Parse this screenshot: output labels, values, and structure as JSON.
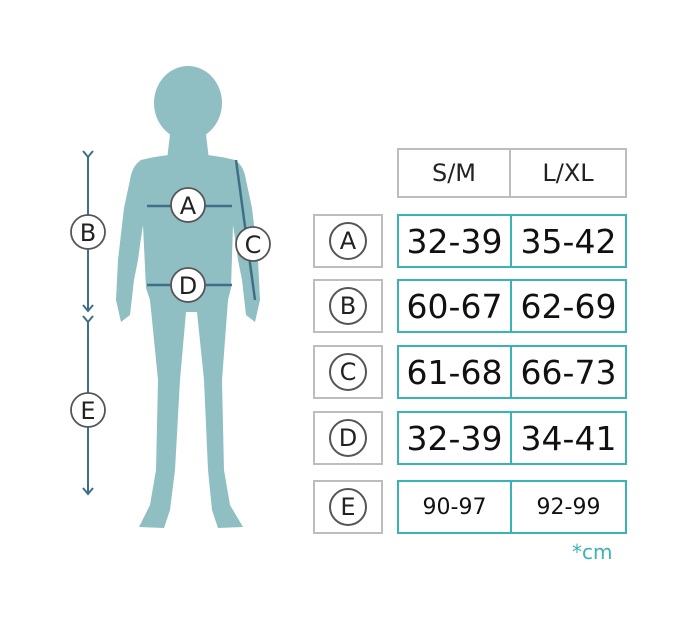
{
  "colors": {
    "body": "#8fbfc3",
    "arrow": "#3f6f87",
    "table_border": "#3ab2b6",
    "header_border": "#bdbdbd",
    "unit_text": "#3ab2b6"
  },
  "figure": {
    "labels": {
      "a": "A",
      "b": "B",
      "c": "C",
      "d": "D",
      "e": "E"
    }
  },
  "table": {
    "headers": [
      "S/M",
      "L/XL"
    ],
    "rows": [
      {
        "label": "A",
        "values": [
          "32-39",
          "35-42"
        ]
      },
      {
        "label": "B",
        "values": [
          "60-67",
          "62-69"
        ]
      },
      {
        "label": "C",
        "values": [
          "61-68",
          "66-73"
        ]
      },
      {
        "label": "D",
        "values": [
          "32-39",
          "34-41"
        ]
      },
      {
        "label": "E",
        "values": [
          "90-97",
          "92-99"
        ]
      }
    ],
    "unit_note": "*cm"
  }
}
